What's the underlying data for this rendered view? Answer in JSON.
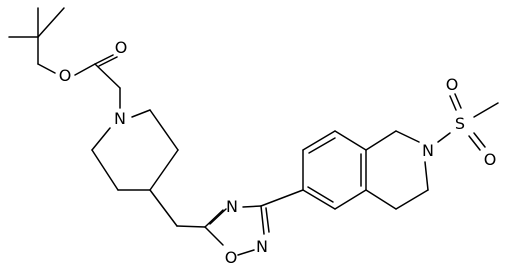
{
  "atoms": [
    {
      "id": "o_carbonyl",
      "label": "O"
    },
    {
      "id": "o_ester",
      "label": "O"
    },
    {
      "id": "n_piperidine",
      "label": "N"
    },
    {
      "id": "n_oxadiazole_top",
      "label": "N"
    },
    {
      "id": "n_oxadiazole_bottom",
      "label": "N"
    },
    {
      "id": "o_oxadiazole",
      "label": "O"
    },
    {
      "id": "n_isoquinoline",
      "label": "N"
    },
    {
      "id": "s_sulfonyl",
      "label": "S"
    },
    {
      "id": "o_sulfonyl_top",
      "label": "O"
    },
    {
      "id": "o_sulfonyl_bottom",
      "label": "O"
    }
  ]
}
